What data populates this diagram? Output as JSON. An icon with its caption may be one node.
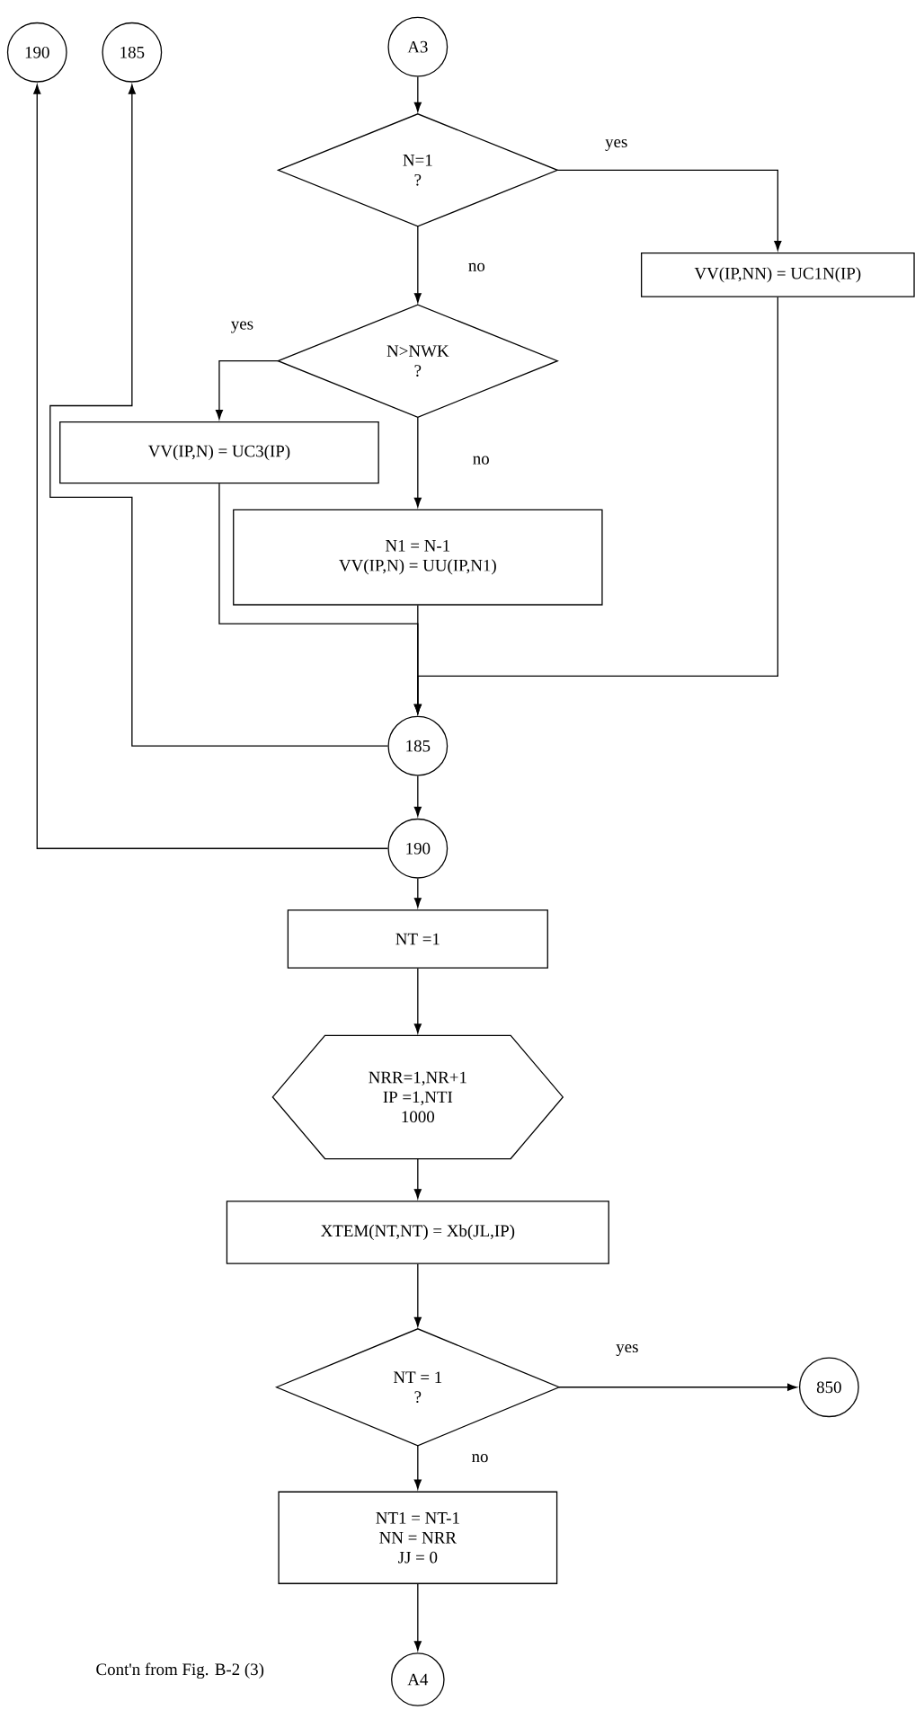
{
  "diagram": {
    "nodes": [
      {
        "text": [
          "190"
        ]
      },
      {
        "text": [
          "185"
        ]
      },
      {
        "text": [
          "A3"
        ]
      },
      {
        "text": [
          "N=1",
          "?"
        ]
      },
      {
        "text": [
          "VV(IP,NN) = UC1N(IP)"
        ]
      },
      {
        "text": [
          "N>NWK",
          "?"
        ]
      },
      {
        "text": [
          "VV(IP,N) = UC3(IP)"
        ]
      },
      {
        "text": [
          "N1 = N-1",
          "VV(IP,N)  = UU(IP,N1)"
        ]
      },
      {
        "text": [
          "185"
        ]
      },
      {
        "text": [
          "190"
        ]
      },
      {
        "text": [
          "NT =1"
        ]
      },
      {
        "text": [
          "NRR=1,NR+1",
          "IP  =1,NTI",
          "1000"
        ]
      },
      {
        "text": [
          "XTEM(NT,NT)  = Xb(JL,IP)"
        ]
      },
      {
        "text": [
          "NT = 1",
          "?"
        ]
      },
      {
        "text": [
          "850"
        ]
      },
      {
        "text": [
          "NT1 = NT-1",
          "NN  = NRR",
          "JJ  = 0"
        ]
      },
      {
        "text": [
          "A4"
        ]
      }
    ],
    "edges": [
      {
        "from": 2,
        "to": 3,
        "arrow": "to"
      },
      {
        "from": 3,
        "to": 4,
        "arrow": "to",
        "label": "yes"
      },
      {
        "from": 3,
        "to": 5,
        "arrow": "to",
        "label": "no"
      },
      {
        "from": 5,
        "to": 6,
        "arrow": "to",
        "label": "yes"
      },
      {
        "from": 5,
        "to": 7,
        "arrow": "to",
        "label": "no"
      },
      {
        "from": 6,
        "to": 8,
        "arrow": "to"
      },
      {
        "from": 7,
        "to": 8,
        "arrow": "to"
      },
      {
        "from": 4,
        "to": 8,
        "arrow": "to"
      },
      {
        "from": 8,
        "to": 1,
        "arrow": "to"
      },
      {
        "from": 8,
        "to": 9,
        "arrow": "to"
      },
      {
        "from": 9,
        "to": 0,
        "arrow": "to"
      },
      {
        "from": 9,
        "to": 10,
        "arrow": "to"
      },
      {
        "from": 10,
        "to": 11,
        "arrow": "to"
      },
      {
        "from": 11,
        "to": 12,
        "arrow": "to"
      },
      {
        "from": 12,
        "to": 13,
        "arrow": "to"
      },
      {
        "from": 13,
        "to": 14,
        "arrow": "to",
        "label": "yes"
      },
      {
        "from": 13,
        "to": 15,
        "arrow": "to",
        "label": "no"
      },
      {
        "from": 15,
        "to": 16,
        "arrow": "to"
      }
    ],
    "labels": [
      "Cont'n from Fig. B-2  (3)"
    ]
  }
}
